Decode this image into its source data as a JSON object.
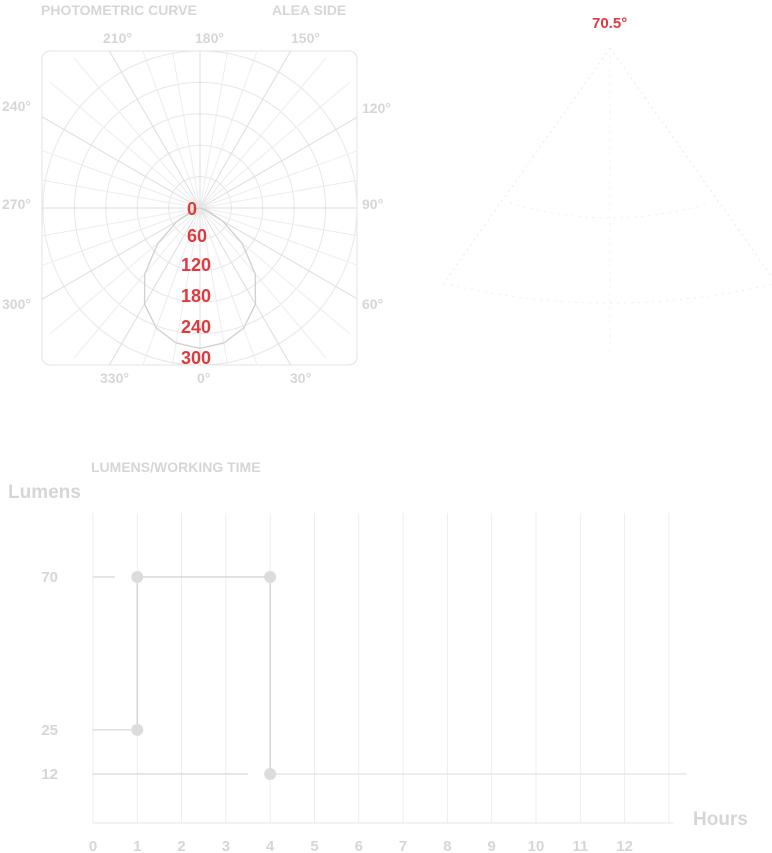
{
  "chart_data": [
    {
      "type": "polar",
      "title": "PHOTOMETRIC CURVE",
      "subtitle": "ALEA SIDE",
      "angle_labels": [
        "210°",
        "180°",
        "150°",
        "240°",
        "120°",
        "270°",
        "90°",
        "300°",
        "60°",
        "330°",
        "0°",
        "30°"
      ],
      "radial_labels": [
        "0",
        "60",
        "120",
        "180",
        "240",
        "300"
      ],
      "radial_range": [
        0,
        300
      ],
      "series": [
        {
          "points": [
            {
              "angle": 0,
              "value": 268
            },
            {
              "angle": 10,
              "value": 262
            },
            {
              "angle": 20,
              "value": 244
            },
            {
              "angle": 30,
              "value": 212
            },
            {
              "angle": 40,
              "value": 164
            },
            {
              "angle": 50,
              "value": 105
            },
            {
              "angle": 60,
              "value": 50
            },
            {
              "angle": 70,
              "value": 15
            },
            {
              "angle": 80,
              "value": 3
            },
            {
              "angle": 90,
              "value": 0
            }
          ]
        }
      ],
      "grid": true
    },
    {
      "type": "beam",
      "annotation": "70.5°",
      "beam_angle": 70.5
    },
    {
      "type": "line",
      "title": "LUMENS/WORKING TIME",
      "ylabel": "Lumens",
      "xlabel": "Hours",
      "x_ticks": [
        "0",
        "1",
        "2",
        "3",
        "4",
        "5",
        "6",
        "7",
        "8",
        "9",
        "10",
        "11",
        "12"
      ],
      "y_ticks": [
        "70",
        "25",
        "12"
      ],
      "xlim": [
        0,
        13
      ],
      "grid": true,
      "series": [
        {
          "points": [
            {
              "x": 1,
              "y": 70
            },
            {
              "x": 4,
              "y": 70
            },
            {
              "x": 1,
              "y": 25
            },
            {
              "x": 4,
              "y": 12
            }
          ]
        }
      ]
    }
  ]
}
